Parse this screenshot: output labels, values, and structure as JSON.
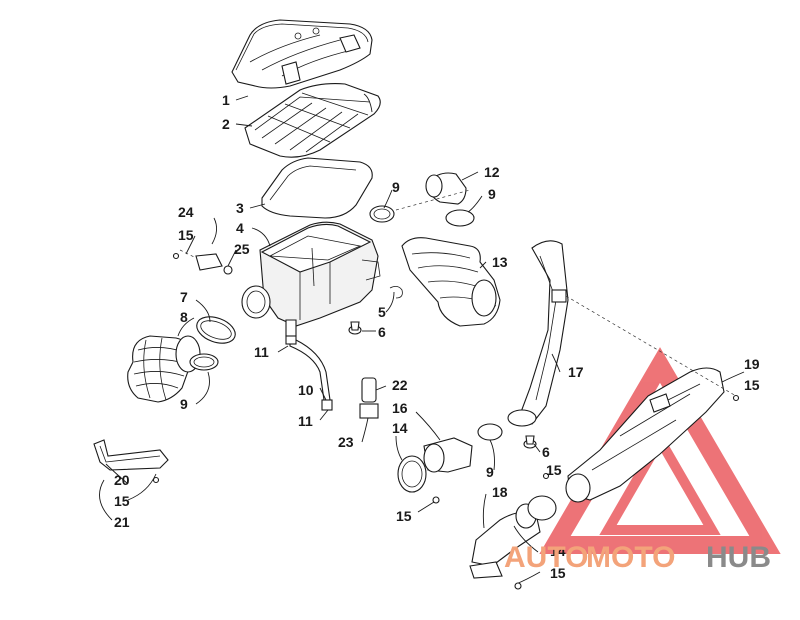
{
  "callouts": {
    "c1": "1",
    "c2": "2",
    "c3": "3",
    "c4": "4",
    "c5": "5",
    "c6a": "6",
    "c6b": "6",
    "c7": "7",
    "c8": "8",
    "c9a": "9",
    "c9b": "9",
    "c9c": "9",
    "c9d": "9",
    "c10": "10",
    "c11a": "11",
    "c11b": "11",
    "c12": "12",
    "c13": "13",
    "c14a": "14",
    "c14b": "14",
    "c15a": "15",
    "c15b": "15",
    "c15c": "15",
    "c15d": "15",
    "c15e": "15",
    "c15f": "15",
    "c16": "16",
    "c17": "17",
    "c18": "18",
    "c19": "19",
    "c20": "20",
    "c21": "21",
    "c22": "22",
    "c23": "23",
    "c24": "24",
    "c25": "25"
  },
  "watermark": {
    "part1": "AUTO",
    "part2": "MOTO",
    "part3": "HUB",
    "color_red": "#e8454a",
    "color_orange": "#f3a37a",
    "color_gray": "#8a8a8a"
  }
}
